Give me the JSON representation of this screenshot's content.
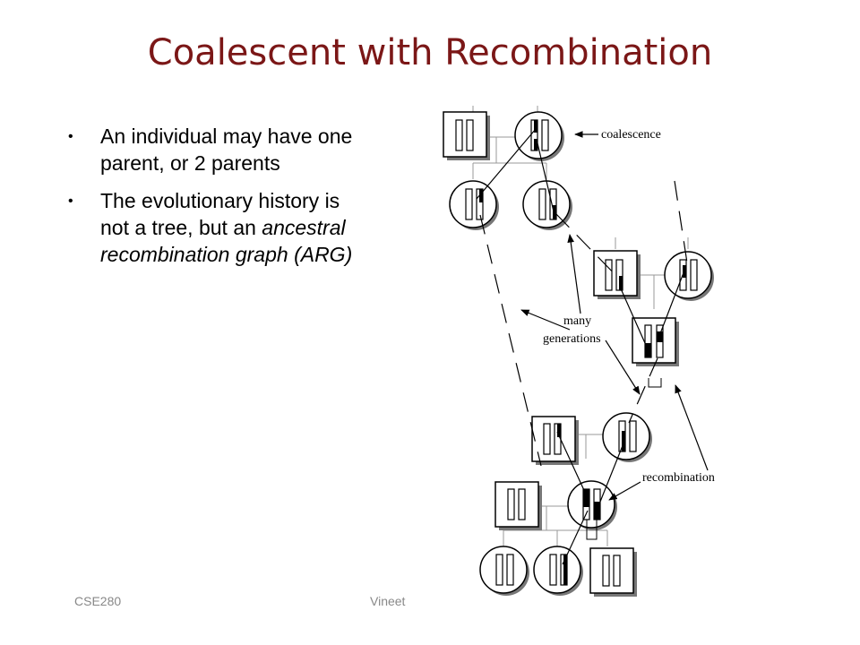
{
  "slide": {
    "title": "Coalescent with Recombination",
    "bullets": [
      {
        "parts": [
          {
            "text": "An individual may have one parent, or 2 parents",
            "italic": false
          }
        ]
      },
      {
        "parts": [
          {
            "text": "The evolutionary history is not a tree, but an ",
            "italic": false
          },
          {
            "text": "ancestral recombination graph (ARG)",
            "italic": true
          }
        ]
      }
    ],
    "footer_left": "CSE280",
    "footer_center": "Vineet"
  },
  "diagram": {
    "labels": {
      "coalescence": "coalescence",
      "many": "many",
      "generations": "generations",
      "recombination": "recombination"
    }
  }
}
